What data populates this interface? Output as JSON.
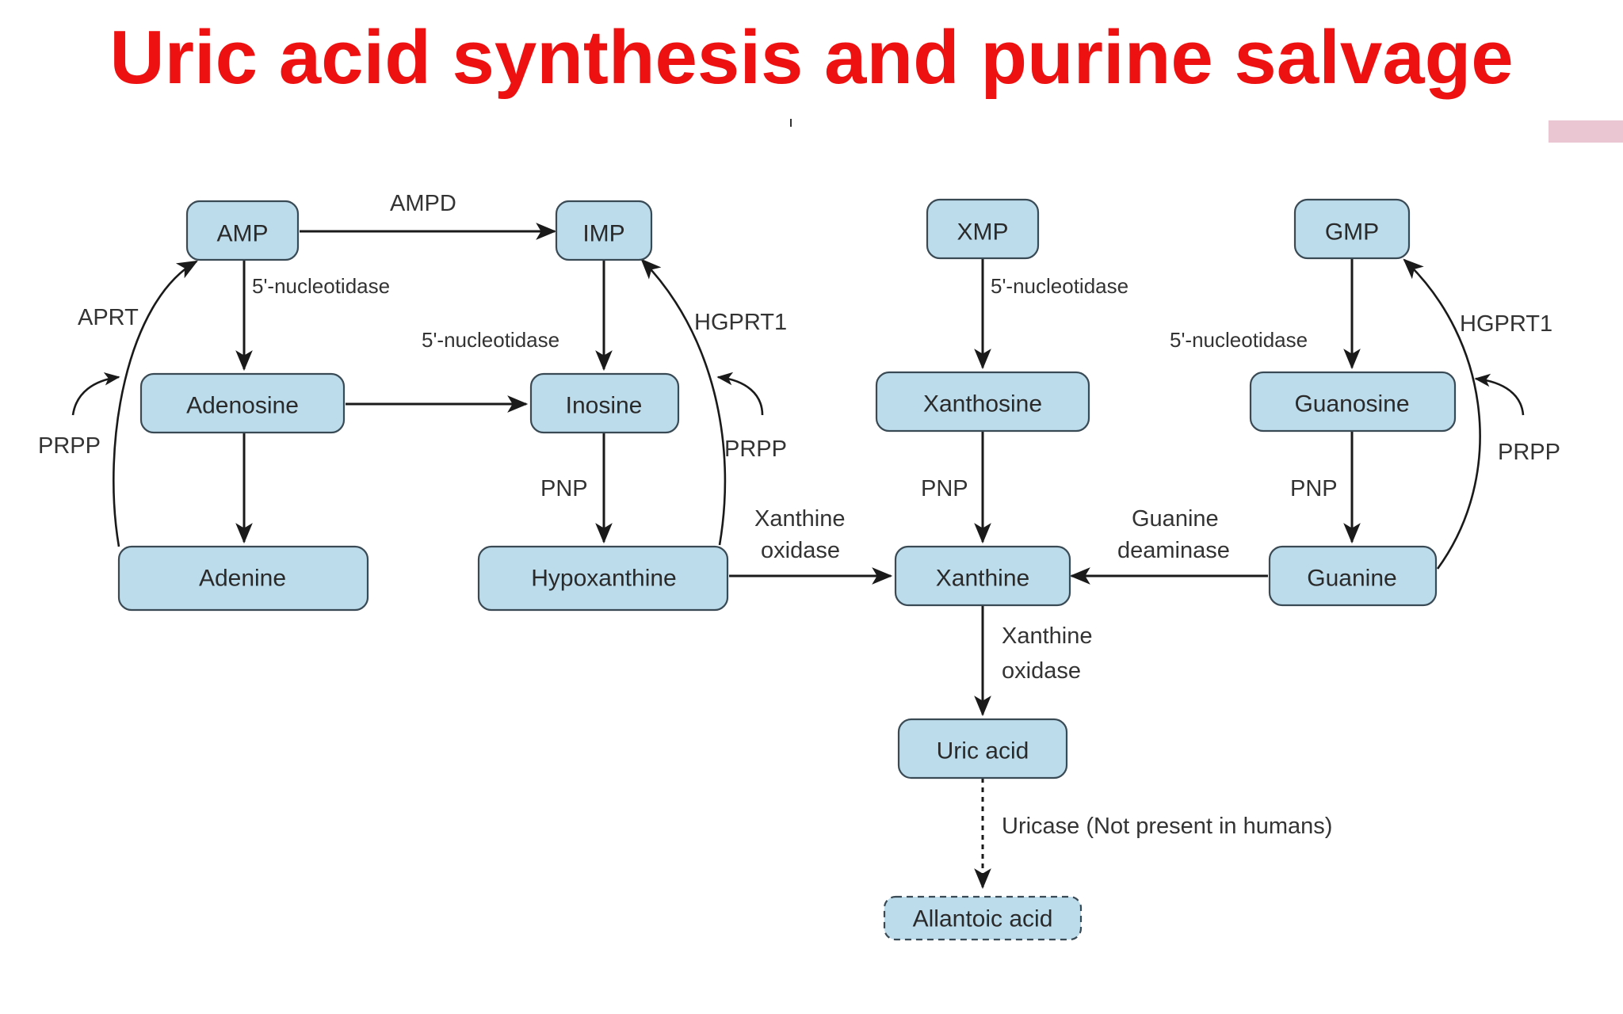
{
  "title": "Uric acid synthesis and purine salvage",
  "nodes": {
    "amp": "AMP",
    "imp": "IMP",
    "xmp": "XMP",
    "gmp": "GMP",
    "adenosine": "Adenosine",
    "inosine": "Inosine",
    "xanthosine": "Xanthosine",
    "guanosine": "Guanosine",
    "adenine": "Adenine",
    "hypoxanthine": "Hypoxanthine",
    "xanthine": "Xanthine",
    "guanine": "Guanine",
    "uric_acid": "Uric acid",
    "allantoic_acid": "Allantoic acid"
  },
  "labels": {
    "ampd": "AMPD",
    "nucleotidase_amp": "5'-nucleotidase",
    "nucleotidase_imp": "5'-nucleotidase",
    "nucleotidase_xmp": "5'-nucleotidase",
    "nucleotidase_gmp": "5'-nucleotidase",
    "aprt": "APRT",
    "hgprt1_left": "HGPRT1",
    "hgprt1_right": "HGPRT1",
    "prpp_1": "PRPP",
    "prpp_2": "PRPP",
    "prpp_3": "PRPP",
    "pnp_1": "PNP",
    "pnp_2": "PNP",
    "pnp_3": "PNP",
    "xo_1_line1": "Xanthine",
    "xo_1_line2": "oxidase",
    "gd_line1": "Guanine",
    "gd_line2": "deaminase",
    "xo_2_line1": "Xanthine",
    "xo_2_line2": "oxidase",
    "uricase": "Uricase (Not present in humans)"
  },
  "colors": {
    "title": "#ee1111",
    "node_fill": "#bcdcec",
    "node_stroke": "#3a4a55"
  }
}
